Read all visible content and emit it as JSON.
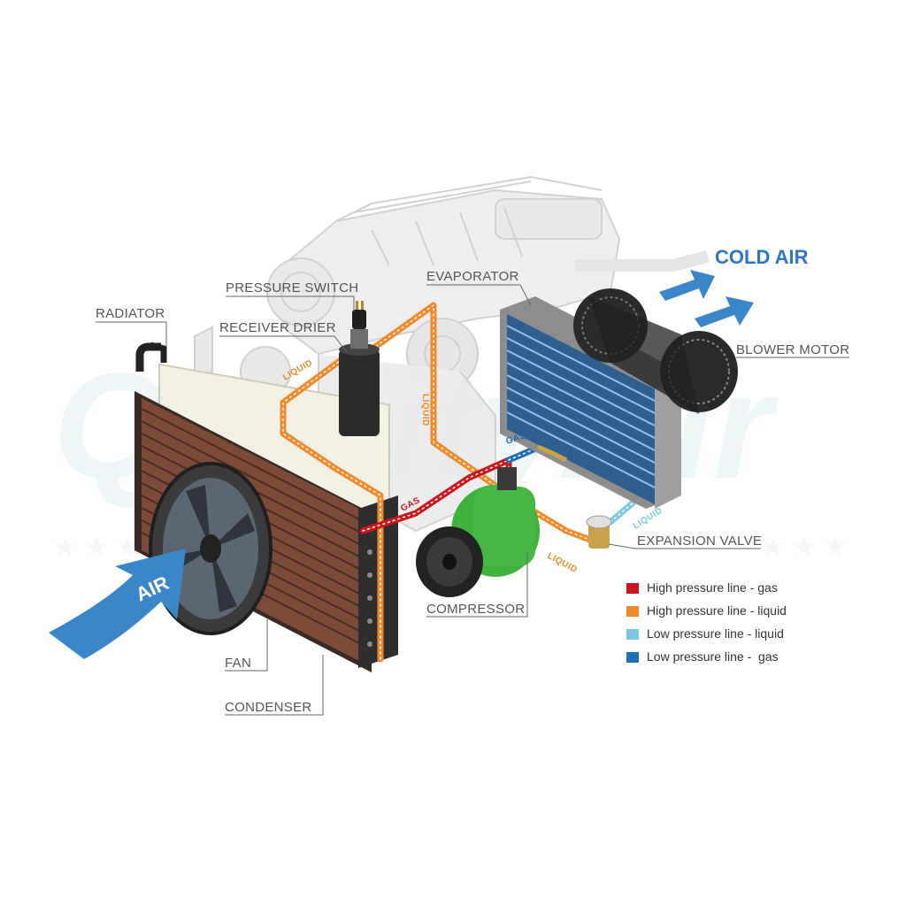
{
  "labels": {
    "radiator": "RADIATOR",
    "pressure_switch": "PRESSURE SWITCH",
    "receiver_drier": "RECEIVER DRIER",
    "evaporator": "EVAPORATOR",
    "blower_motor": "BLOWER MOTOR",
    "expansion_valve": "EXPANSION VALVE",
    "compressor": "COMPRESSOR",
    "fan": "FAN",
    "condenser": "CONDENSER",
    "air": "AIR",
    "cold_air": "COLD AIR"
  },
  "flow_labels": {
    "liquid_drier": "LIQUID",
    "liquid_down": "LIQUID",
    "gas_evap": "GAS",
    "gas_compressor": "GAS",
    "liquid_compressor": "LIQUID",
    "liquid_valve": "LIQUID"
  },
  "legend": [
    {
      "label": "High pressure line - gas",
      "color": "#c8161d"
    },
    {
      "label": "High pressure line - liquid",
      "color": "#f0892a"
    },
    {
      "label": "Low pressure line - liquid",
      "color": "#7cc8e0"
    },
    {
      "label": "Low pressure line -  gas",
      "color": "#1f6fb2"
    }
  ],
  "colors": {
    "high_gas": "#c8161d",
    "high_liquid": "#f0892a",
    "low_liquid": "#7cc8e0",
    "low_gas": "#1f6fb2",
    "air_arrow": "#3a86c8",
    "cold_air_text": "#2f78bd"
  }
}
